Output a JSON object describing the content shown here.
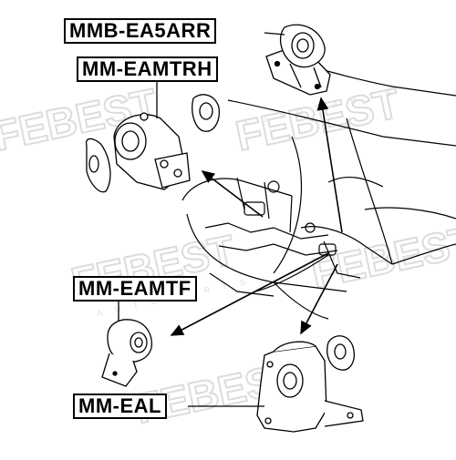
{
  "labels": {
    "top_right_mount": "MMB-EA5ARR",
    "right_mount": "MM-EAMTRH",
    "front_mount": "MM-EAMTF",
    "left_mount": "MM-EAL"
  },
  "watermark": {
    "brand": "FEBEST",
    "sub": "AUTOPARTS"
  },
  "colors": {
    "line": "#000000",
    "watermark": "#d9d9d9",
    "background": "#ffffff"
  }
}
